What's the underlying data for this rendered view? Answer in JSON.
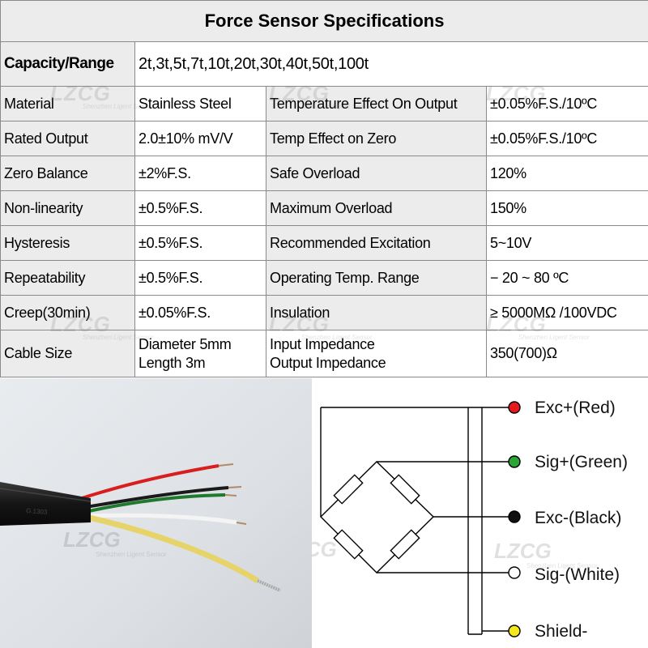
{
  "title": "Force Sensor Specifications",
  "capacity": {
    "label": "Capacity/Range",
    "value": "2t,3t,5t,7t,10t,20t,30t,40t,50t,100t"
  },
  "rows": [
    {
      "l1": "Material",
      "v1": "Stainless Steel",
      "l2": "Temperature Effect On Output",
      "v2": "±0.05%F.S./10ºC"
    },
    {
      "l1": "Rated Output",
      "v1": "2.0±10% mV/V",
      "l2": "Temp Effect on Zero",
      "v2": "±0.05%F.S./10ºC"
    },
    {
      "l1": "Zero Balance",
      "v1": "±2%F.S.",
      "l2": "Safe Overload",
      "v2": "120%"
    },
    {
      "l1": "Non-linearity",
      "v1": "±0.5%F.S.",
      "l2": "Maximum Overload",
      "v2": "150%"
    },
    {
      "l1": "Hysteresis",
      "v1": "±0.5%F.S.",
      "l2": "Recommended Excitation",
      "v2": "5~10V"
    },
    {
      "l1": "Repeatability",
      "v1": "±0.5%F.S.",
      "l2": "Operating Temp. Range",
      "v2": "− 20 ~ 80 ºC"
    },
    {
      "l1": "Creep(30min)",
      "v1": "±0.05%F.S.",
      "l2": "Insulation",
      "v2": "≥ 5000MΩ /100VDC"
    }
  ],
  "cable": {
    "label": "Cable Size",
    "value_line1": "Diameter 5mm",
    "value_line2": "Length 3m",
    "impedance_line1": "Input  Impedance",
    "impedance_line2": "Output  Impedance",
    "impedance_value": "350(700)Ω"
  },
  "watermark": {
    "logo": "LZCG",
    "subtitle": "Shenzhen Ligent Sensor"
  },
  "wiring": [
    {
      "label": "Exc+(Red)",
      "color": "#e8191c"
    },
    {
      "label": "Sig+(Green)",
      "color": "#2aa536"
    },
    {
      "label": "Exc-(Black)",
      "color": "#111111"
    },
    {
      "label": "Sig-(White)",
      "color": "#ffffff"
    },
    {
      "label": "Shield-",
      "color": "#f6e71a"
    }
  ]
}
